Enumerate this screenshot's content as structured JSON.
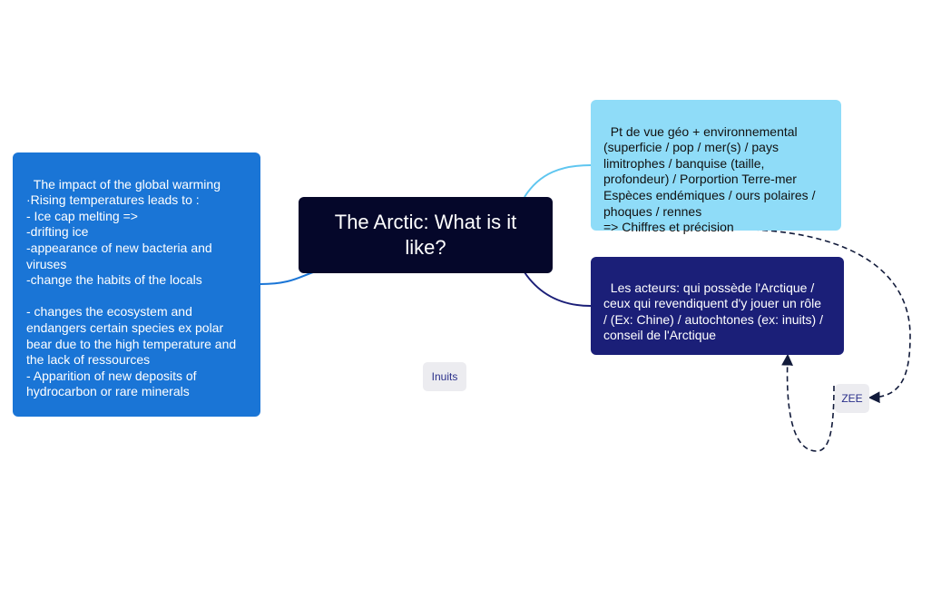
{
  "central": {
    "title": "The Arctic: What is it like?",
    "color": "#05072a"
  },
  "nodes": {
    "impact": {
      "text": "The impact of the global warming\n·Rising temperatures leads to :\n- Ice cap melting =>\n-drifting ice\n-appearance of new bacteria and viruses\n-change the habits of the locals\n\n- changes the ecosystem and endangers certain species ex polar bear due to the high temperature and the lack of ressources\n- Apparition of new deposits of hydrocarbon or rare minerals",
      "color": "#1a75d6"
    },
    "geo": {
      "text": "Pt de vue géo + environnemental (superficie / pop / mer(s) / pays limitrophes / banquise (taille, profondeur) / Porportion Terre-mer Espèces endémiques / ours polaires / phoques / rennes\n=> Chiffres et précision",
      "color": "#8fdcf8"
    },
    "acteurs": {
      "text": "Les acteurs: qui possède l'Arctique / ceux qui revendiquent d'y jouer un rôle  / (Ex: Chine) / autochtones (ex: inuits) / conseil de l'Arctique",
      "color": "#1b1f78"
    }
  },
  "tags": {
    "inuits": "Inuits",
    "zee": "ZEE"
  }
}
